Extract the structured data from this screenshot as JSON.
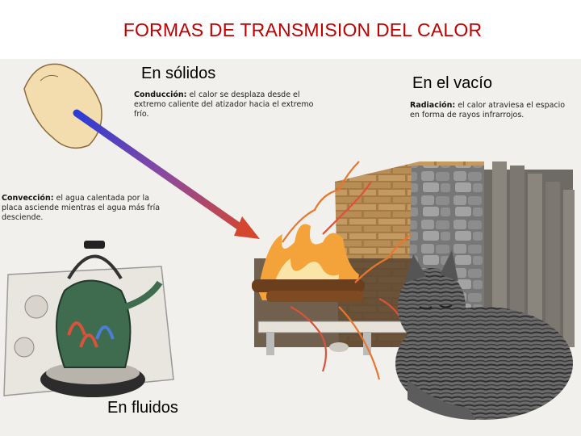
{
  "title": "FORMAS DE TRANSMISION DEL CALOR",
  "labels": {
    "solids": "En sólidos",
    "vacuum": "En el vacío",
    "fluids": "En fluidos"
  },
  "captions": {
    "conduction": {
      "term": "Conducción:",
      "text": " el calor se desplaza desde el extremo caliente del atizador hacia el extremo frío."
    },
    "convection": {
      "term": "Convección:",
      "text": " el agua calentada por la placa asciende mientras el agua más fría desciende."
    },
    "radiation": {
      "term": "Radiación:",
      "text": " el calor atraviesa el espacio en forma de rayos infrarrojos."
    }
  },
  "colors": {
    "title": "#c00000",
    "poker_hot": "#c0392b",
    "poker_cold": "#3a3fd0",
    "fire": "#e8772e",
    "brick": "#b8894e",
    "kettle": "#3f6b4f"
  },
  "icons": [
    "hand-icon",
    "poker-icon",
    "kettle-icon",
    "fireplace-icon",
    "fire-icon",
    "cat-icon",
    "fence-icon",
    "heat-wave-icon"
  ]
}
